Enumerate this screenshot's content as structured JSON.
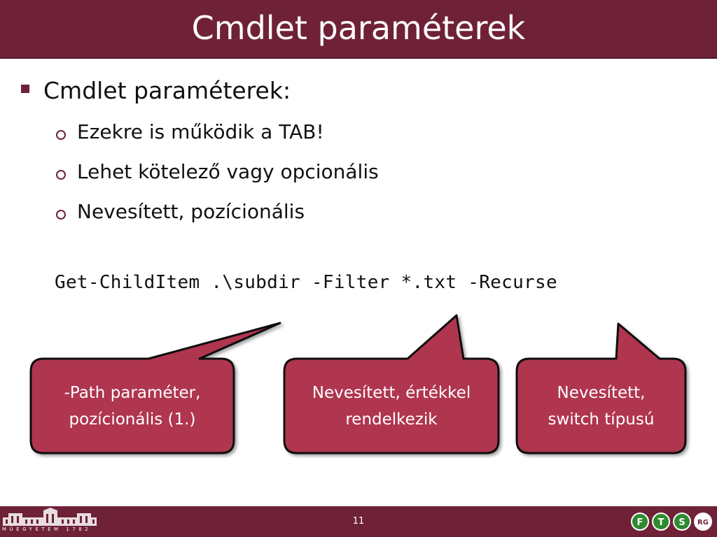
{
  "title": "Cmdlet paraméterek",
  "bullets": {
    "main": "Cmdlet paraméterek:",
    "sub": [
      "Ezekre is működik a TAB!",
      "Lehet kötelező vagy opcionális",
      "Nevesített, pozícionális"
    ]
  },
  "code": "Get-ChildItem .\\subdir -Filter *.txt -Recurse",
  "callouts": [
    {
      "line1": "-Path paraméter,",
      "line2": "pozícionális (1.)"
    },
    {
      "line1": "Nevesített, értékkel",
      "line2": "rendelkezik"
    },
    {
      "line1": "Nevesített,",
      "line2": "switch típusú"
    }
  ],
  "footer": {
    "page_number": "11",
    "university_text": "MŰEGYETEM 1782",
    "logo_letters": [
      "F",
      "T",
      "S",
      "RG"
    ]
  },
  "colors": {
    "brand": "#6f2138",
    "callout_fill": "#b03550",
    "callout_border": "#111111"
  }
}
